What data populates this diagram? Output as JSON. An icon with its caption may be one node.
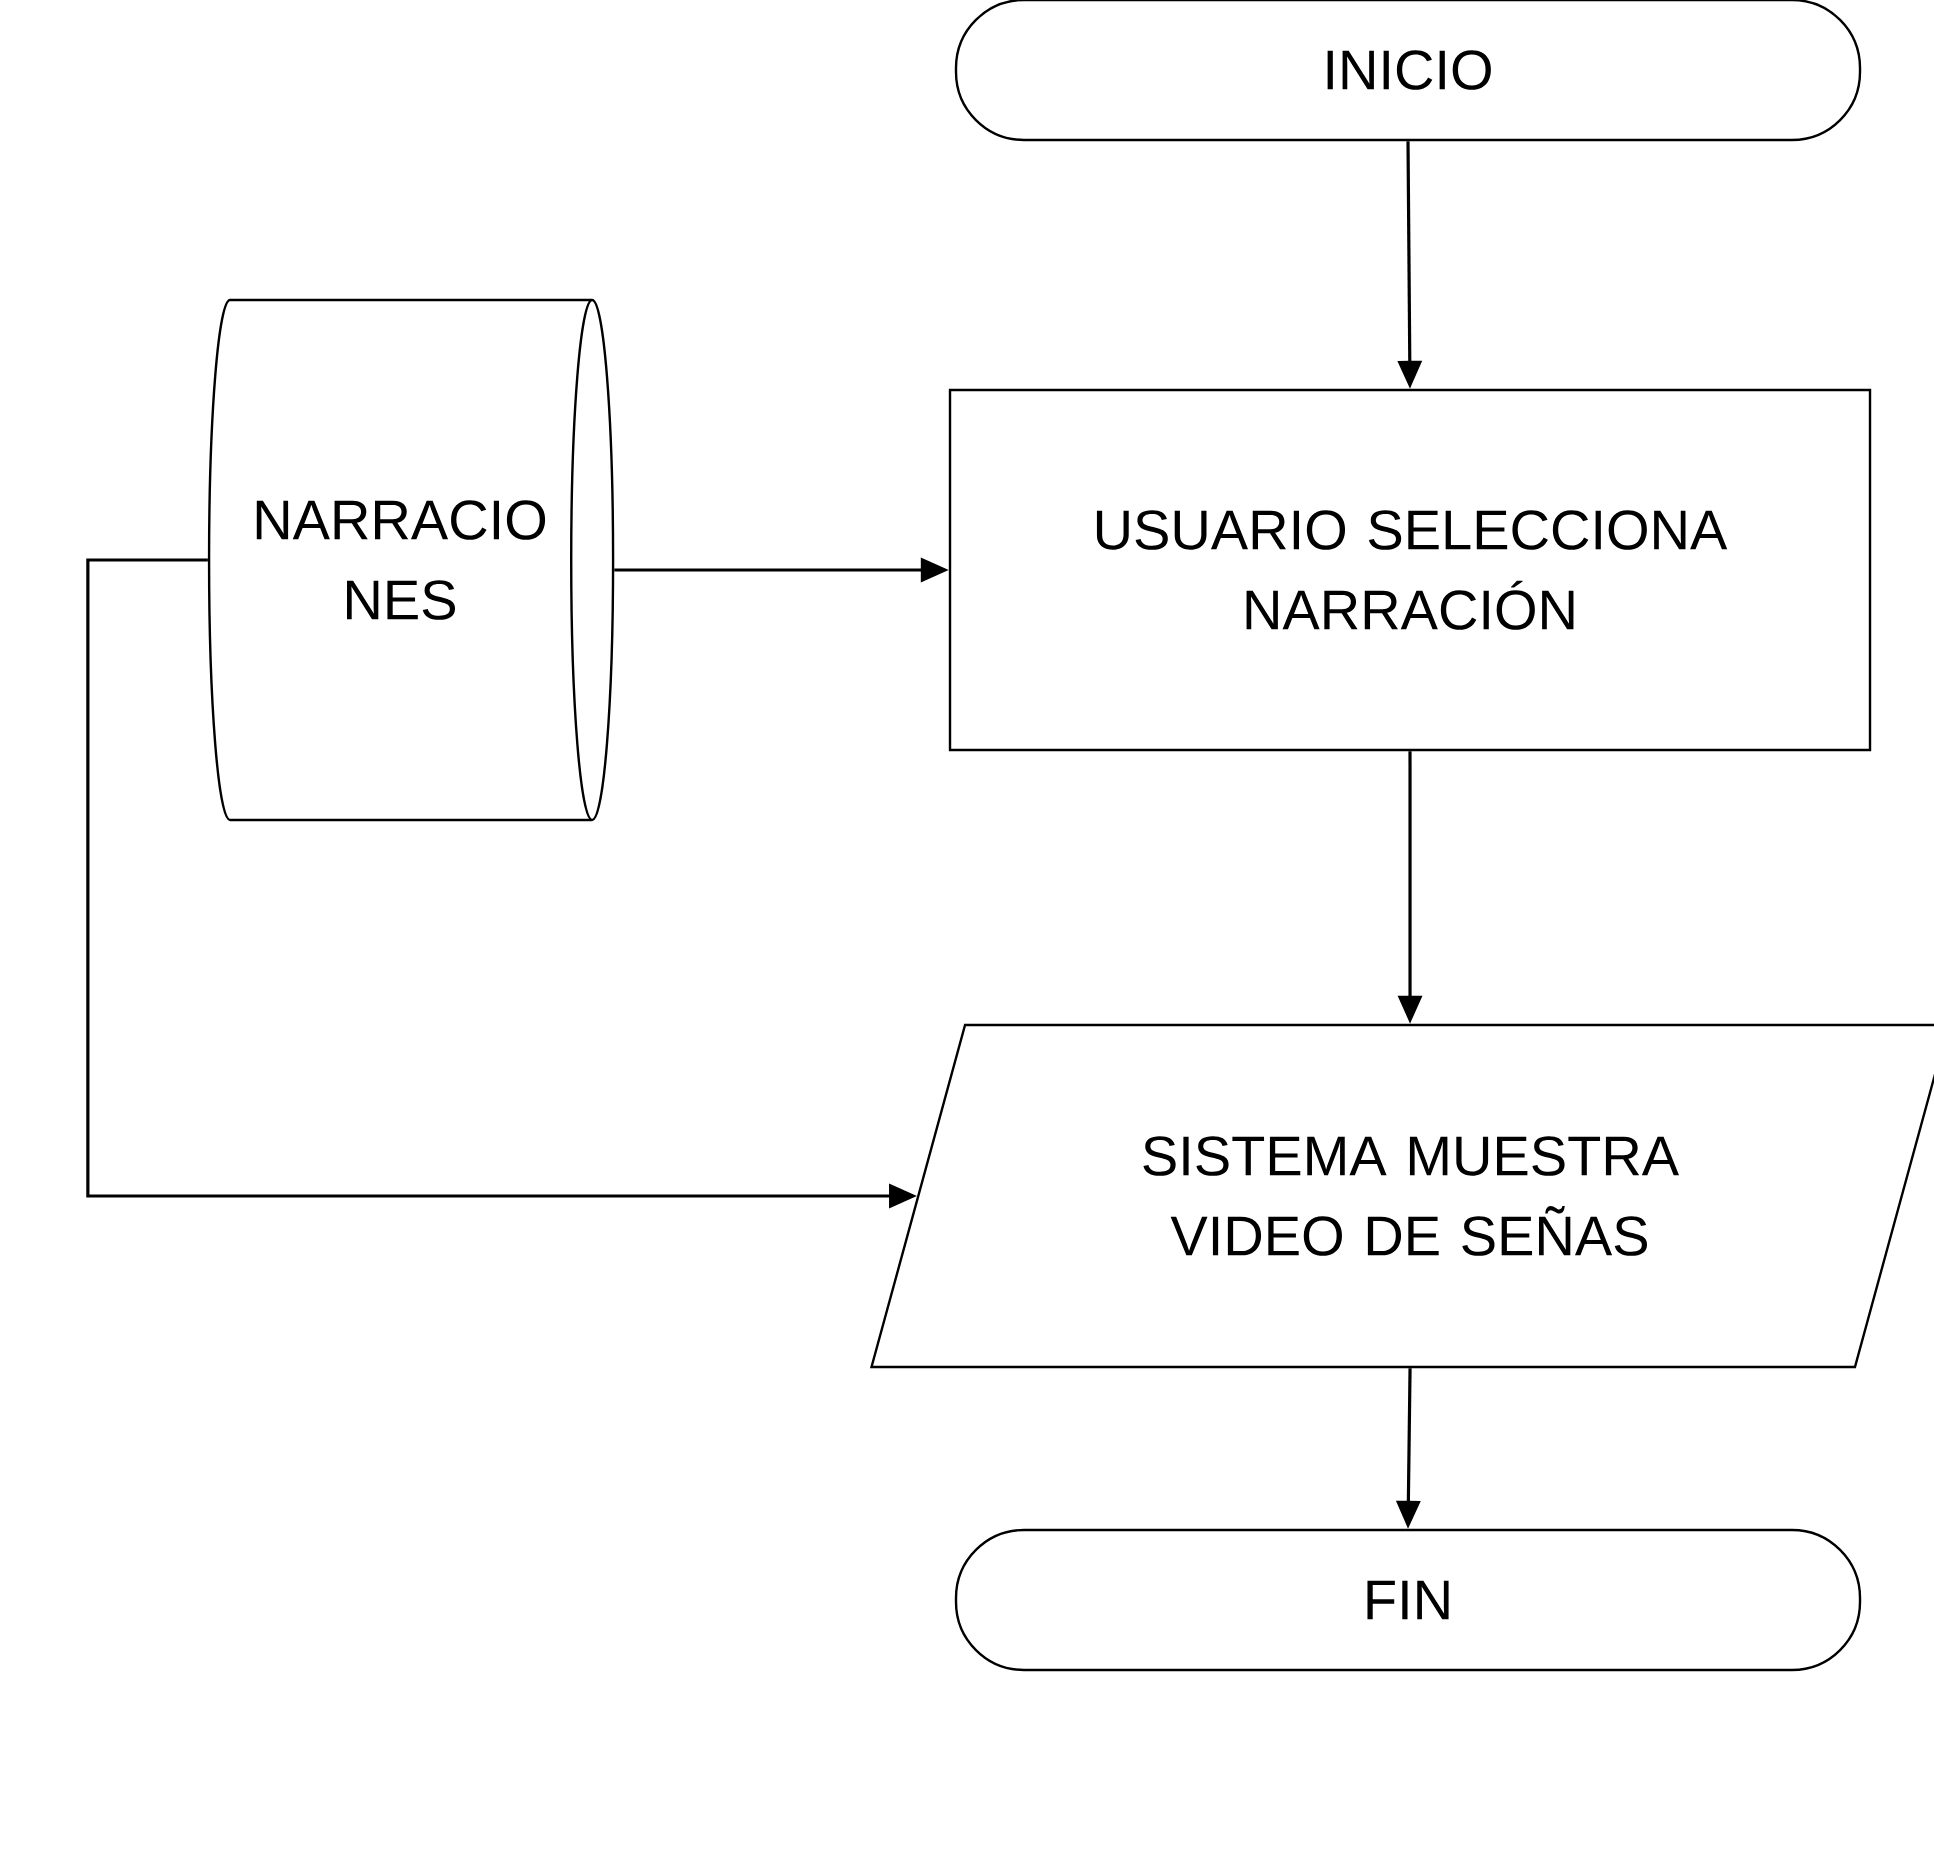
{
  "diagram": {
    "nodes": [
      {
        "text": [
          "INICIO"
        ]
      },
      {
        "text": [
          "NARRACIO NES"
        ]
      },
      {
        "text": [
          "USUARIO SELECCIONA NARRACIÓN"
        ]
      },
      {
        "text": [
          "SISTEMA MUESTRA VIDEO DE SEÑAS"
        ]
      },
      {
        "text": [
          "FIN"
        ]
      }
    ],
    "edges": [
      {
        "from": 0,
        "to": 2,
        "arrow": "to"
      },
      {
        "from": 1,
        "to": 2,
        "arrow": "to"
      },
      {
        "from": 2,
        "to": 3,
        "arrow": "to"
      },
      {
        "from": 1,
        "to": 3,
        "arrow": "to"
      },
      {
        "from": 3,
        "to": 4,
        "arrow": "to"
      }
    ]
  }
}
